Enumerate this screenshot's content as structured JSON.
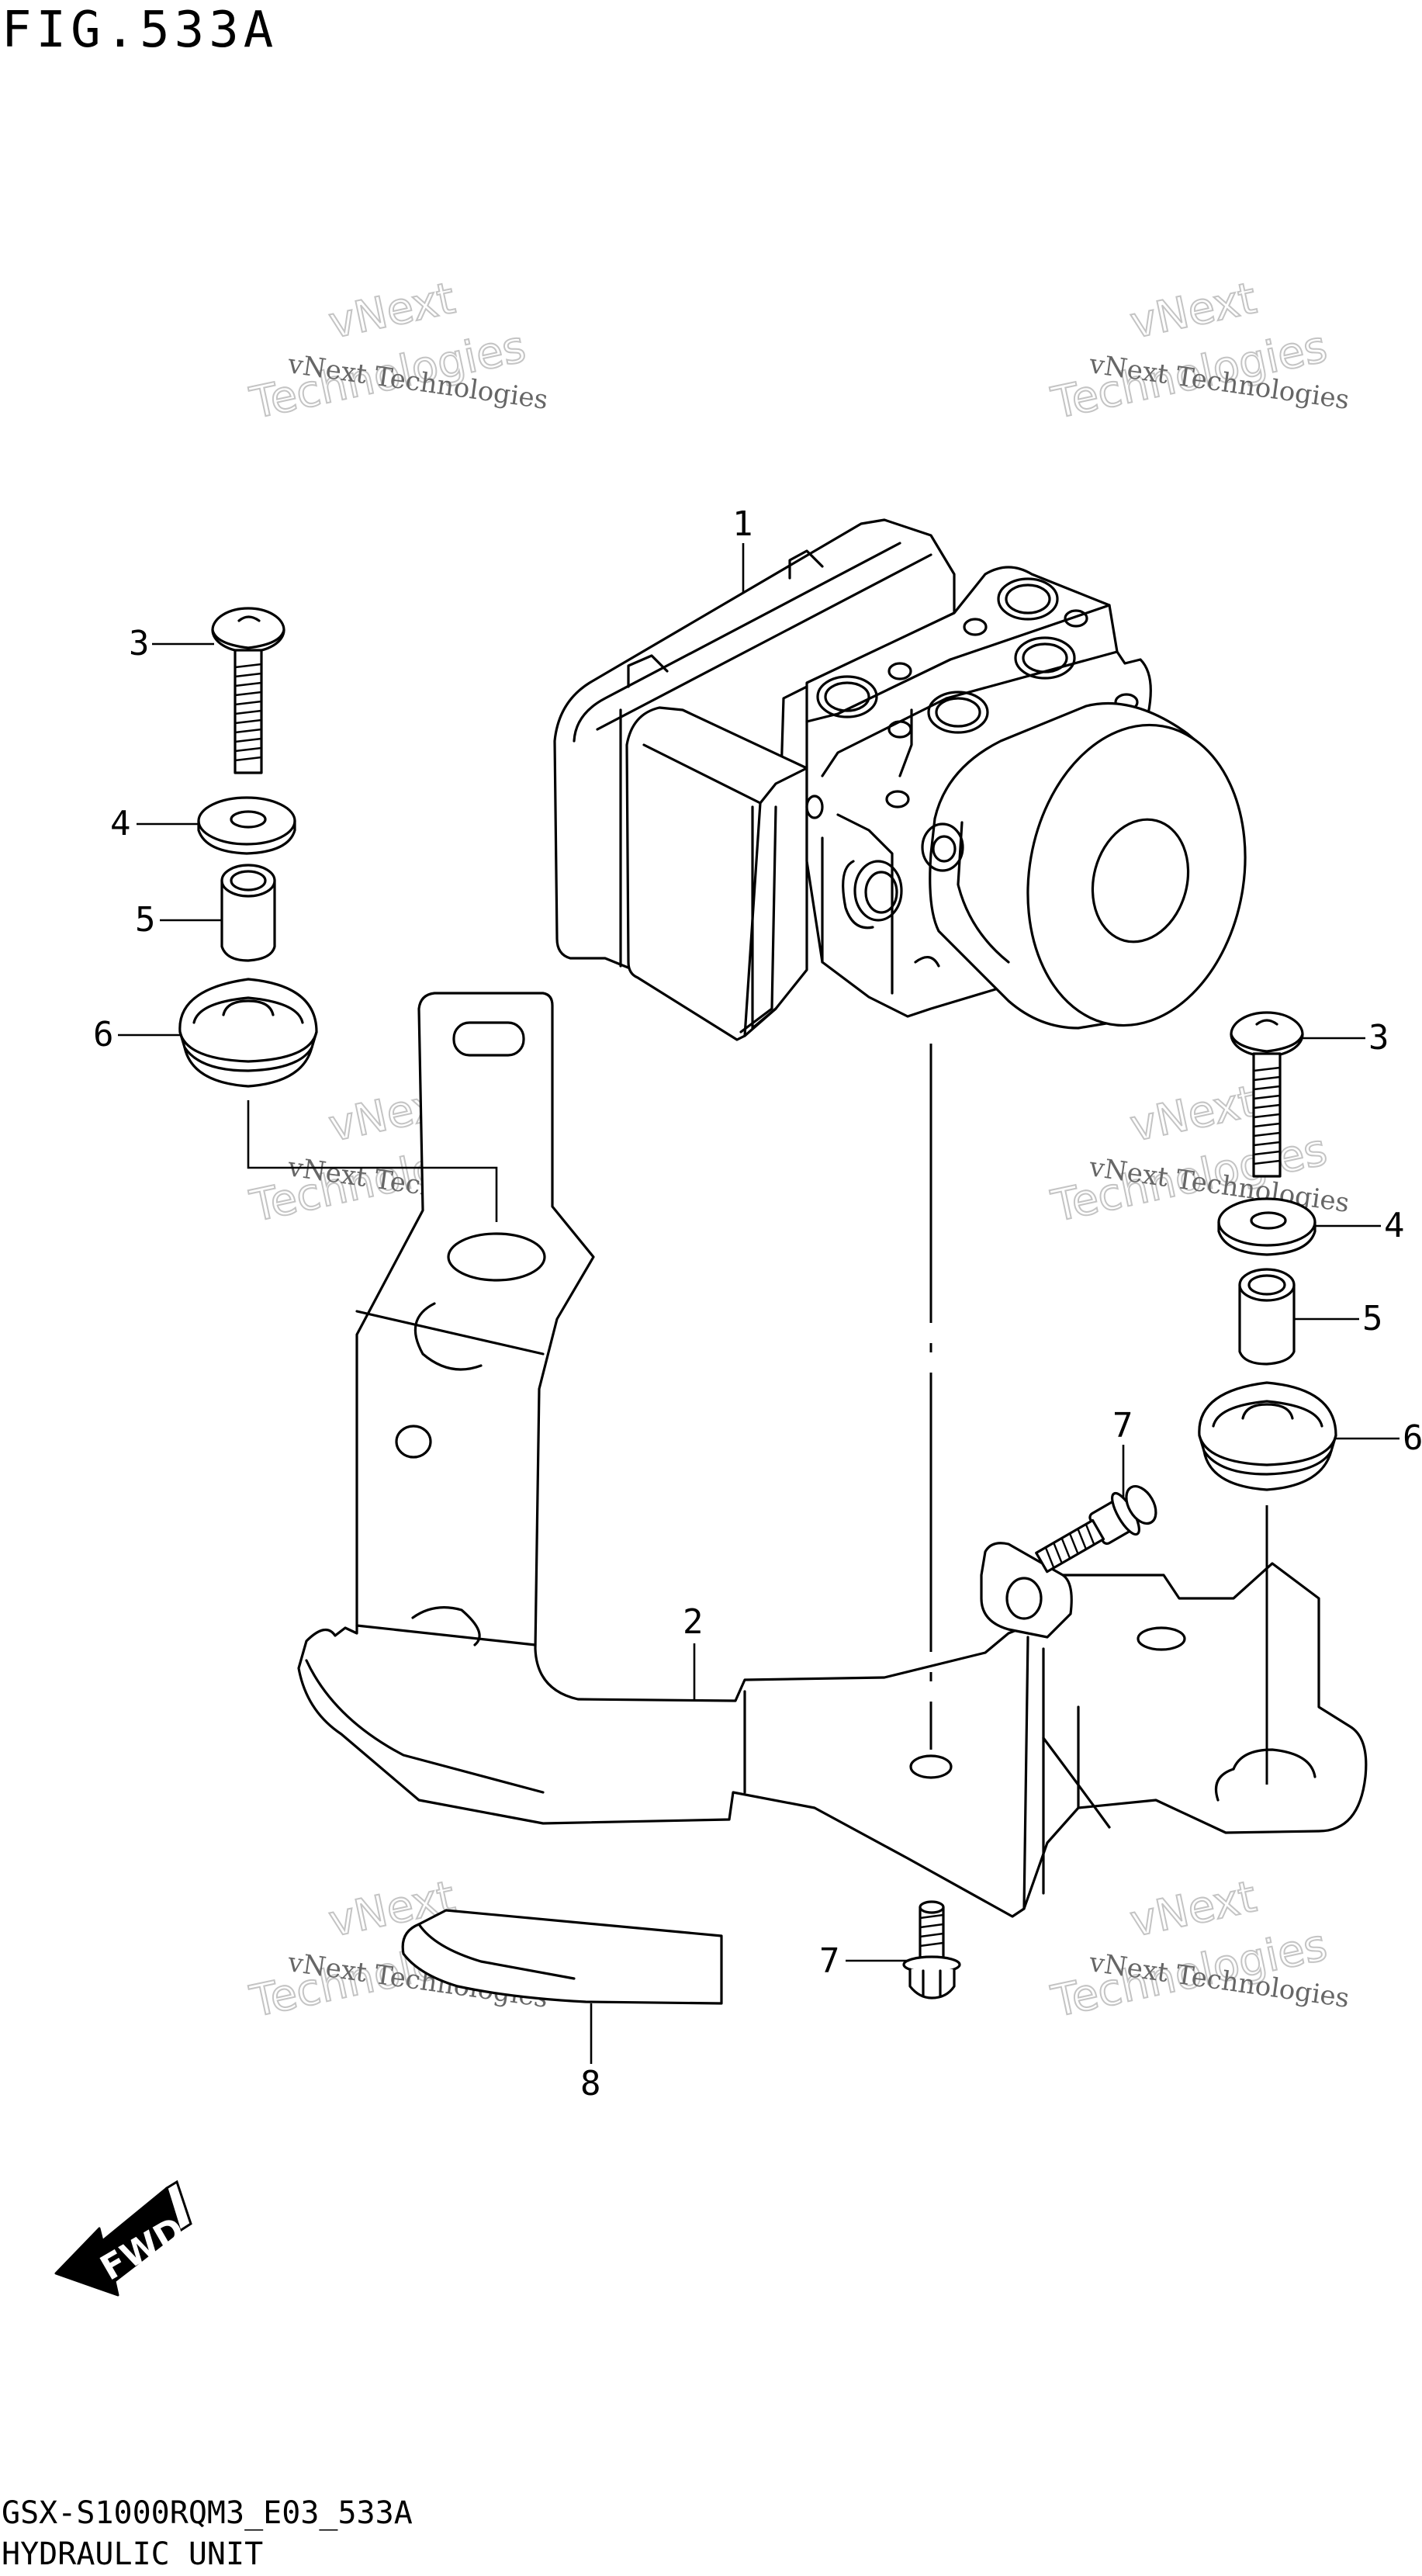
{
  "header": {
    "figure_code": "FIG.533A"
  },
  "footer": {
    "drawing_code": "GSX-S1000RQM3_E03_533A",
    "group_name": "HYDRAULIC UNIT"
  },
  "callouts": {
    "c1": "1",
    "c2": "2",
    "c3_left": "3",
    "c3_right": "3",
    "c4_left": "4",
    "c4_right": "4",
    "c5_left": "5",
    "c5_right": "5",
    "c6_left": "6",
    "c6_right": "6",
    "c7_top": "7",
    "c7_bottom": "7",
    "c8": "8"
  },
  "direction_badge": {
    "label": "FWD",
    "icon": "fwd-arrow-icon"
  },
  "watermark": {
    "brand_line1": "vNext Technologies",
    "brand_line2": "vNext",
    "brand_line3": "Technologies"
  },
  "colors": {
    "ink": "#000000",
    "paper": "#ffffff",
    "watermark": "#c4c4c4"
  }
}
